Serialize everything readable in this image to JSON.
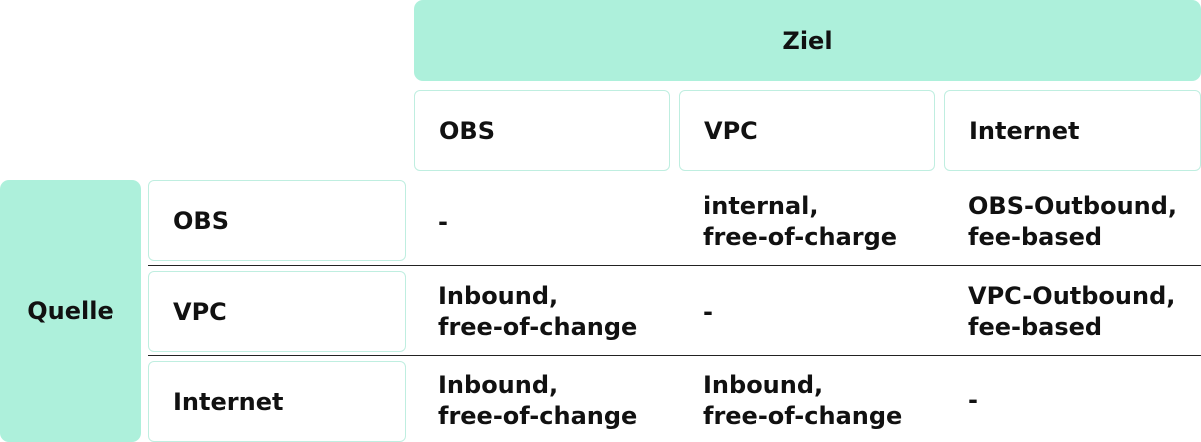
{
  "header": {
    "target_label": "Ziel",
    "source_label": "Quelle"
  },
  "columns": [
    "OBS",
    "VPC",
    "Internet"
  ],
  "rows": [
    {
      "label": "OBS",
      "cells": [
        "-",
        "internal,\nfree-of-charge",
        "OBS-Outbound,\nfee-based"
      ]
    },
    {
      "label": "VPC",
      "cells": [
        "Inbound,\nfree-of-change",
        "-",
        "VPC-Outbound,\nfee-based"
      ]
    },
    {
      "label": "Internet",
      "cells": [
        "Inbound,\nfree-of-change",
        "Inbound,\nfree-of-change",
        "-"
      ]
    }
  ],
  "colors": {
    "accent": "#adf0db",
    "box_border": "#bfeee0",
    "divider": "#222222"
  }
}
